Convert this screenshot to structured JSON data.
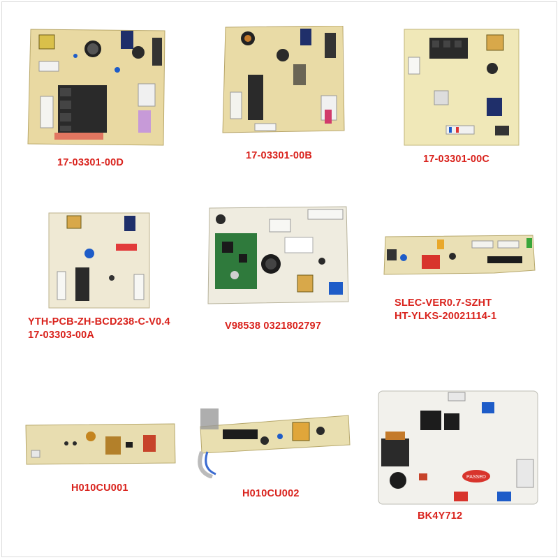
{
  "products": [
    {
      "id": "p1",
      "labels": [
        "17-03301-00D"
      ]
    },
    {
      "id": "p2",
      "labels": [
        "17-03301-00B"
      ]
    },
    {
      "id": "p3",
      "labels": [
        "17-03301-00C"
      ]
    },
    {
      "id": "p4",
      "labels": [
        "YTH-PCB-ZH-BCD238-C-V0.4",
        "17-03303-00A"
      ]
    },
    {
      "id": "p5",
      "labels": [
        "V98538 0321802797"
      ]
    },
    {
      "id": "p6",
      "labels": [
        "SLEC-VER0.7-SZHT",
        "HT-YLKS-20021114-1"
      ]
    },
    {
      "id": "p7",
      "labels": [
        "H010CU001"
      ]
    },
    {
      "id": "p8",
      "labels": [
        "H010CU002"
      ]
    },
    {
      "id": "p9",
      "labels": [
        "BK4Y712"
      ]
    }
  ],
  "colors": {
    "caption": "#d9221c",
    "board_beige": "#e8d9a6",
    "board_cream": "#efe7c4",
    "board_white": "#f2f1ec",
    "board_green": "#2f7a3c"
  },
  "stamps": {
    "passed": "PASSED"
  }
}
